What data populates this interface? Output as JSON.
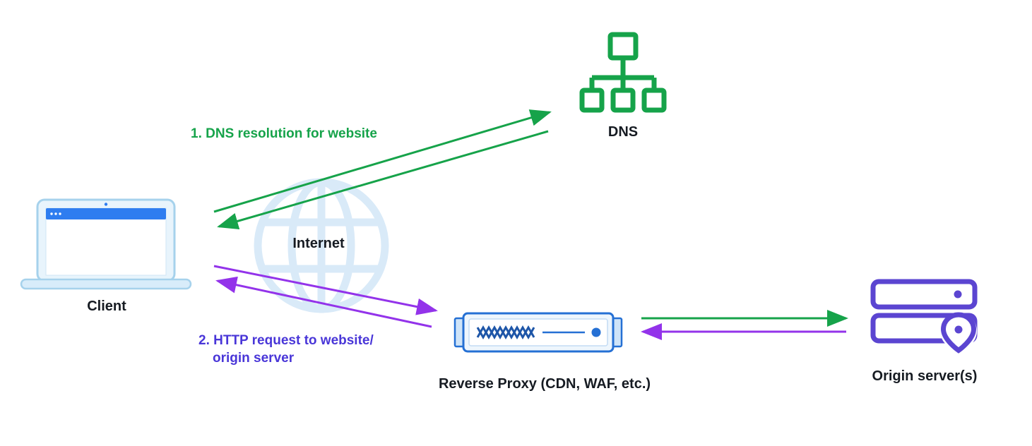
{
  "nodes": {
    "dns": {
      "label": "DNS"
    },
    "client": {
      "label": "Client"
    },
    "internet": {
      "label": "Internet"
    },
    "reverse_proxy": {
      "label": "Reverse Proxy (CDN, WAF, etc.)"
    },
    "origin": {
      "label": "Origin server(s)"
    }
  },
  "flows": {
    "dns_resolution": {
      "step": "1",
      "label": "1. DNS resolution for website",
      "color": "#16a34a"
    },
    "http_request": {
      "step": "2",
      "label_line1": "2. HTTP request to website/",
      "label_line2": "origin server",
      "color": "#9333ea"
    }
  },
  "colors": {
    "green": "#16a34a",
    "purple_arrow": "#9333ea",
    "indigo_text": "#4936d8",
    "origin_purple": "#5b45d1",
    "proxy_blue": "#2570d4",
    "laptop_blue": "#2e7df0",
    "globe_blue": "#d9eaf8"
  }
}
